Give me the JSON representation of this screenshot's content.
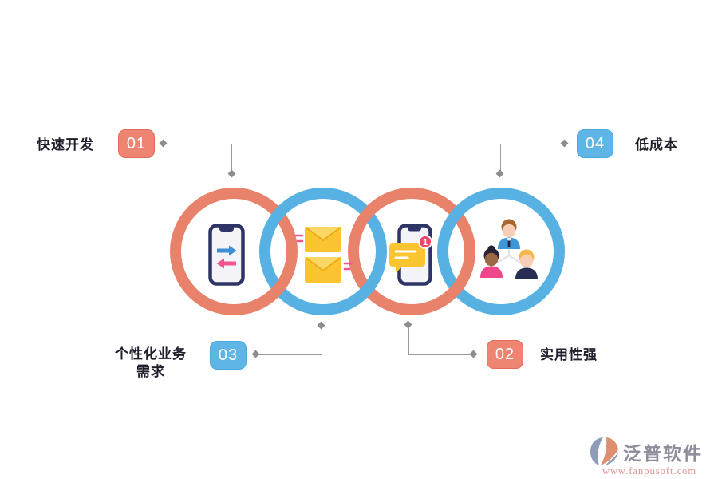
{
  "page": {
    "background": "#ffffff"
  },
  "callouts": {
    "c1": {
      "num": "01",
      "label": "快速开发",
      "accent": "#ee8472"
    },
    "c2": {
      "num": "02",
      "label": "实用性强",
      "accent": "#ee8472"
    },
    "c3": {
      "num": "03",
      "label": "个性化业务\n需求",
      "accent": "#5fb6e6"
    },
    "c4": {
      "num": "04",
      "label": "低成本",
      "accent": "#5fb6e6"
    }
  },
  "rings": [
    {
      "color": "#e8826a",
      "icon": "phone-transfer-icon"
    },
    {
      "color": "#57b1e2",
      "icon": "mail-messages-icon"
    },
    {
      "color": "#e8826a",
      "icon": "phone-chat-icon"
    },
    {
      "color": "#57b1e2",
      "icon": "team-org-icon"
    }
  ],
  "icons": {
    "notification_count": "1"
  },
  "colors": {
    "connector_line": "#9b9b9b",
    "connector_diamond": "#8d8d8d",
    "label_text": "#20202c",
    "badge_text": "#ffffff",
    "envelope": "#fbc431",
    "bubble": "#fbc431",
    "pink_accent": "#f2558f",
    "phone_outline": "#2e3566"
  },
  "logo": {
    "brand": "泛普软件",
    "brand_color": "#8d8d9b",
    "website": "www.fanpusoft.com",
    "website_color": "#dd9490"
  }
}
